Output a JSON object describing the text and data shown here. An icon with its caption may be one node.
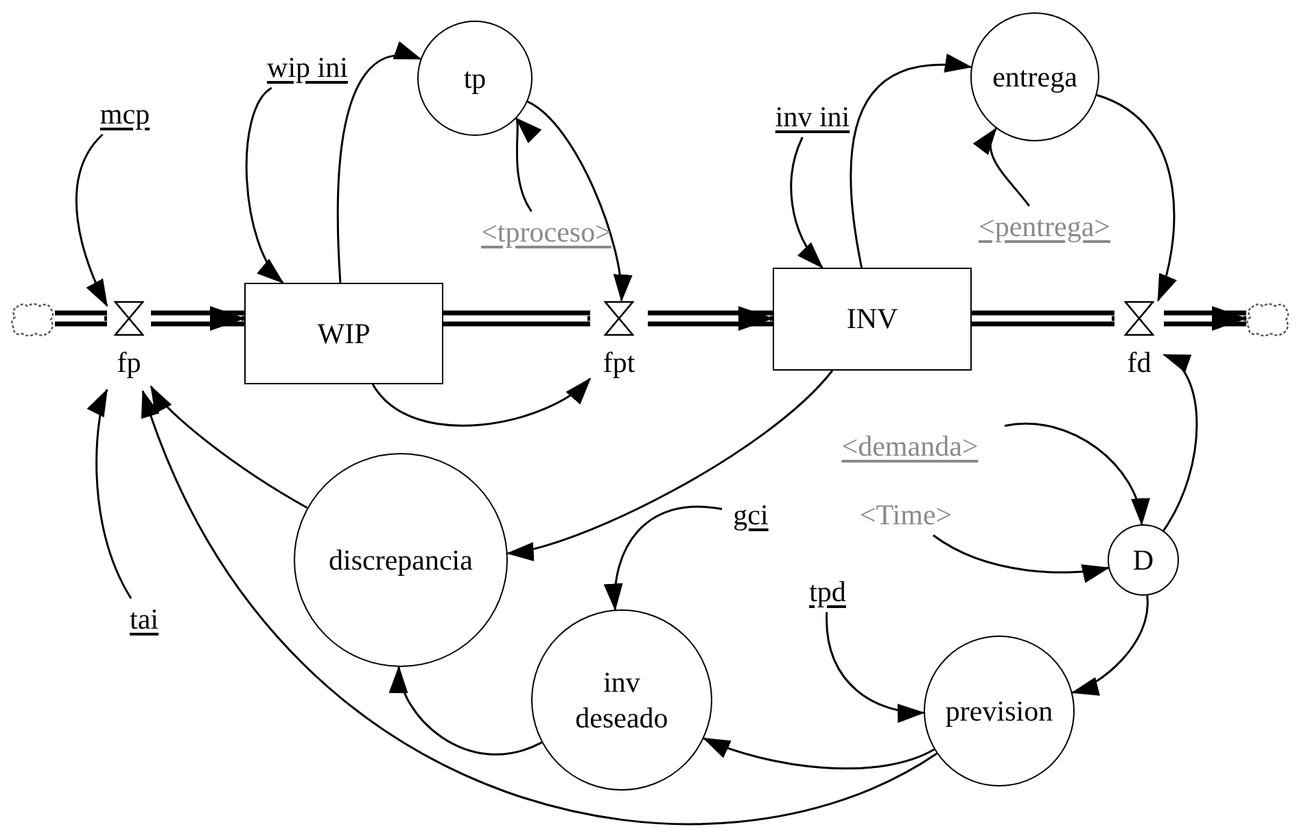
{
  "diagram": {
    "nodes": [
      {
        "text": [
          "mcp"
        ]
      },
      {
        "text": [
          "wip ini"
        ]
      },
      {
        "text": [
          "tp"
        ]
      },
      {
        "text": [
          "<tproceso>"
        ]
      },
      {
        "text": [
          "inv ini"
        ]
      },
      {
        "text": [
          "entrega"
        ]
      },
      {
        "text": [
          "<pentrega>"
        ]
      },
      {
        "text": [],
        "shape": "cloud"
      },
      {
        "text": [
          "fp"
        ]
      },
      {
        "text": [
          "WIP"
        ]
      },
      {
        "text": [
          "fpt"
        ]
      },
      {
        "text": [
          "INV"
        ]
      },
      {
        "text": [
          "fd"
        ]
      },
      {
        "text": [],
        "shape": "cloud"
      },
      {
        "text": [
          "<demanda>"
        ]
      },
      {
        "text": [
          "<Time>"
        ]
      },
      {
        "text": [
          "D"
        ]
      },
      {
        "text": [
          "discrepancia"
        ]
      },
      {
        "text": [
          "gci"
        ]
      },
      {
        "text": [
          "tai"
        ]
      },
      {
        "text": [
          "tpd"
        ]
      },
      {
        "text": [
          "inv deseado"
        ]
      },
      {
        "text": [
          "prevision"
        ]
      }
    ],
    "edges": [
      {
        "from": 7,
        "to": 8,
        "arrow": "none",
        "style": "thick"
      },
      {
        "from": 8,
        "to": 9,
        "arrow": "to",
        "style": "thick"
      },
      {
        "from": 9,
        "to": 10,
        "arrow": "none",
        "style": "thick"
      },
      {
        "from": 10,
        "to": 11,
        "arrow": "to",
        "style": "thick"
      },
      {
        "from": 11,
        "to": 12,
        "arrow": "none",
        "style": "thick"
      },
      {
        "from": 12,
        "to": 13,
        "arrow": "to",
        "style": "thick"
      },
      {
        "from": 0,
        "to": 8,
        "arrow": "to"
      },
      {
        "from": 1,
        "to": 9,
        "arrow": "to"
      },
      {
        "from": 9,
        "to": 2,
        "arrow": "to"
      },
      {
        "from": 3,
        "to": 2,
        "arrow": "to"
      },
      {
        "from": 2,
        "to": 10,
        "arrow": "to"
      },
      {
        "from": 9,
        "to": 10,
        "arrow": "to"
      },
      {
        "from": 4,
        "to": 11,
        "arrow": "to"
      },
      {
        "from": 11,
        "to": 5,
        "arrow": "to"
      },
      {
        "from": 6,
        "to": 5,
        "arrow": "to"
      },
      {
        "from": 5,
        "to": 12,
        "arrow": "to"
      },
      {
        "from": 16,
        "to": 12,
        "arrow": "to"
      },
      {
        "from": 14,
        "to": 16,
        "arrow": "to"
      },
      {
        "from": 15,
        "to": 16,
        "arrow": "to"
      },
      {
        "from": 11,
        "to": 17,
        "arrow": "to"
      },
      {
        "from": 17,
        "to": 8,
        "arrow": "to"
      },
      {
        "from": 19,
        "to": 8,
        "arrow": "to"
      },
      {
        "from": 22,
        "to": 8,
        "arrow": "to"
      },
      {
        "from": 18,
        "to": 21,
        "arrow": "to"
      },
      {
        "from": 21,
        "to": 17,
        "arrow": "to"
      },
      {
        "from": 20,
        "to": 22,
        "arrow": "to"
      },
      {
        "from": 16,
        "to": 22,
        "arrow": "to"
      },
      {
        "from": 22,
        "to": 21,
        "arrow": "to"
      }
    ]
  }
}
